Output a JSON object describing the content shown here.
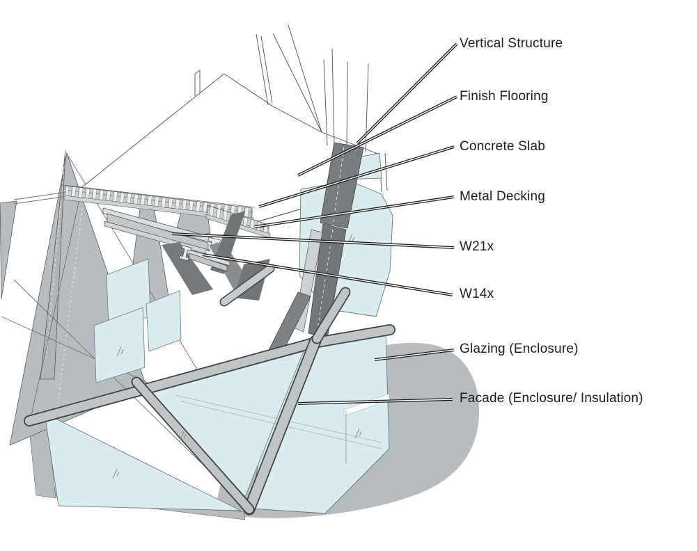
{
  "title": "Structural axonometric detail diagram",
  "labels": [
    {
      "id": "vertical-structure",
      "text": "Vertical Structure"
    },
    {
      "id": "finish-flooring",
      "text": "Finish Flooring"
    },
    {
      "id": "concrete-slab",
      "text": "Concrete Slab"
    },
    {
      "id": "metal-decking",
      "text": "Metal Decking"
    },
    {
      "id": "w21x",
      "text": "W21x"
    },
    {
      "id": "w14x",
      "text": "W14x"
    },
    {
      "id": "glazing",
      "text": "Glazing (Enclosure)"
    },
    {
      "id": "facade",
      "text": "Facade (Enclosure/ Insulation)"
    }
  ],
  "colors": {
    "background": "#ffffff",
    "glass_blue": "#d9edf0",
    "panel_gray": "#b6bcbf",
    "member_gray": "#c0c5c7",
    "dark_steel": "#75797c",
    "outline": "#3f4244",
    "text": "#1c1c1c"
  }
}
